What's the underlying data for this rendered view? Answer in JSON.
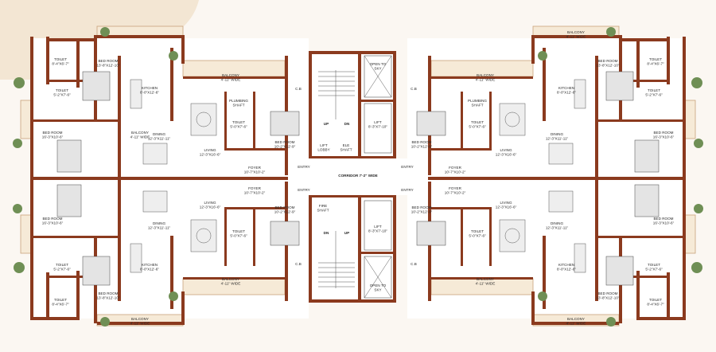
{
  "colors": {
    "wall": "#8b3a1e",
    "background": "#fbf7f2",
    "decor": "#f3e6d3",
    "balcony": "#f6ead7",
    "tree": "#6f8f55"
  },
  "core": {
    "stair_up": "UP",
    "stair_dn": "DN",
    "open_to_sky": "OPEN TO\nSKY",
    "lift_top": "LIFT\n8'-3\"X7'-10\"",
    "lift_bottom": "LIFT\n8'-3\"X7'-10\"",
    "lift_lobby_top": "LIFT\nLOBBY",
    "ele_shaft": "ELE\nSHAFT",
    "fire_shaft": "FIRE\nSHAFT",
    "corridor": "CORRIDOR 7'-2\" WIDE",
    "entry": "ENTRY"
  },
  "rooms": {
    "bed_room_master": "BED ROOM\n13'-8\"X12'-10\"",
    "bed_room_corner": "BED ROOM\n16'-3\"X10'-6\"",
    "bed_room_inner": "BED ROOM\n10'-2\"X12'-9\"",
    "toilet_a": "TOILET\n5'-2\"X7'-6\"",
    "toilet_b": "TOILET\n8'-4\"X6'-7\"",
    "toilet_c": "TOILET\n5'-0\"X7'-6\"",
    "kitchen": "KITCHEN\n8'-0\"X12'-6\"",
    "dining": "DINING\n12'-3\"X11'-11\"",
    "living": "LIVING\n12'-3\"X16'-6\"",
    "foyer": "FOYER\n10'-7\"X10'-2\"",
    "balcony_top": "BALCONY\n4'-11\" WIDE",
    "balcony_long": "BALCONY\n4'-11\" WIDE",
    "balcony_side": "BALCONY\n4'-11\" WIDE",
    "plumbing": "PLUMBING\nSHAFT",
    "cb": "C.B"
  }
}
